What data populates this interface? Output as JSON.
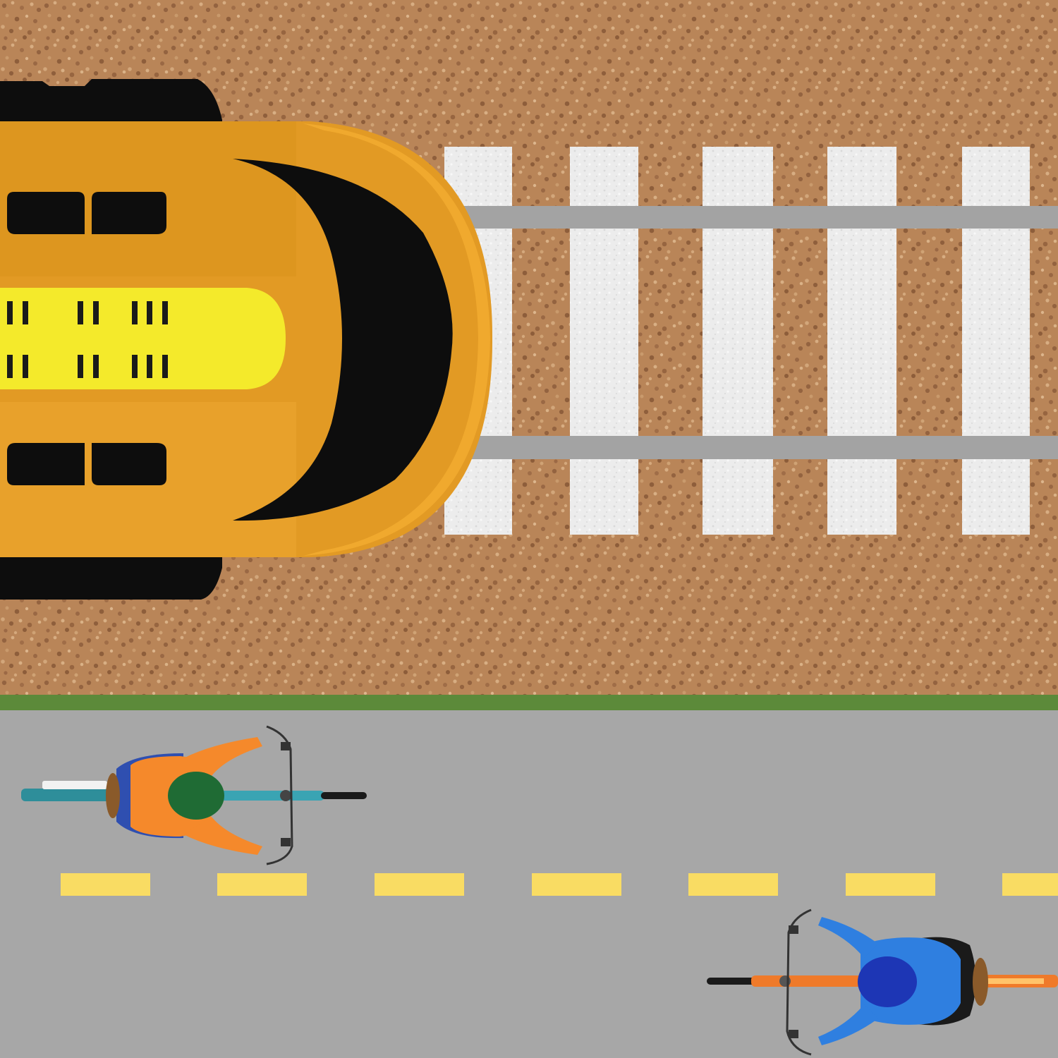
{
  "scene": {
    "description_free": true,
    "colors": {
      "gravel": "#b98558",
      "gravel_dark": "#946340",
      "gravel_light": "#d7ad82",
      "sleeper": "#ececec",
      "rail": "#a3a3a3",
      "grass_edge": "#5c8a3a",
      "road": "#a7a7a7",
      "lane_marking": "#f9dc63",
      "train_body": "#e29a24",
      "train_trim": "#f0a92e",
      "train_stripe": "#f4ea2b",
      "train_dark": "#0d0d0d",
      "cyclist_1_shirt": "#f5892b",
      "cyclist_1_helmet": "#1f6b34",
      "cyclist_1_bike": "#2e8e9a",
      "cyclist_2_shirt": "#2f7fe0",
      "cyclist_2_helmet": "#1d36b5",
      "cyclist_2_bike": "#ef7a2a"
    },
    "sprites": {
      "train": "train-top-view",
      "cyclist_1": {
        "icon": "cyclist-icon",
        "heading": "right"
      },
      "cyclist_2": {
        "icon": "cyclist-icon",
        "heading": "left"
      }
    },
    "counts": {
      "track_sleepers": 5,
      "lane_dashes": 7
    }
  }
}
